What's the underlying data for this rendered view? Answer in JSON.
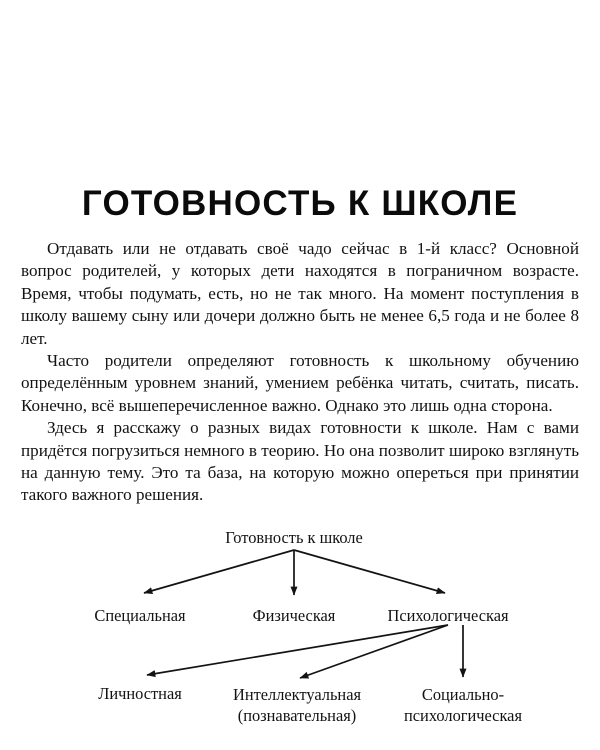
{
  "page": {
    "title": "ГОТОВНОСТЬ К ШКОЛЕ",
    "language": "ru",
    "ink_color": "#131313",
    "background_color": "#ffffff"
  },
  "body": {
    "paragraphs": [
      "Отдавать или не отдавать своё чадо сейчас в 1-й класс? Основной вопрос родителей, у которых дети находятся в пограничном возрасте. Время, чтобы подумать, есть, но не так много. На момент поступления в школу вашему сыну или дочери должно быть не менее 6,5 года и не более 8 лет.",
      "Часто родители определяют готовность к школьному обучению определённым уровнем знаний, умением ребёнка читать, считать, писать. Конечно, всё вышеперечисленное важно. Однако это лишь одна сторона.",
      "Здесь я расскажу о разных видах готовности к школе. Нам с вами придётся погрузиться немного в теорию. Но она позволит широко взглянуть на данную тему. Это та база, на которую можно опереться при принятии такого важного решения."
    ]
  },
  "diagram": {
    "type": "tree",
    "root": "Готовность к школе",
    "level2": [
      "Специальная",
      "Физическая",
      "Психологическая"
    ],
    "level3": [
      "Личностная",
      "Интеллектуальная",
      "(познавательная)",
      "Социально-",
      "психологическая"
    ],
    "nodes": {
      "root": "Готовность к школе",
      "special": "Специальная",
      "physical": "Физическая",
      "psychological": "Психологическая",
      "personal": "Личностная",
      "intellectual_line1": "Интеллектуальная",
      "intellectual_line2": "(познавательная)",
      "social_line1": "Социально-",
      "social_line2": "психологическая"
    },
    "edges": [
      {
        "from": "Готовность к школе",
        "to": "Специальная"
      },
      {
        "from": "Готовность к школе",
        "to": "Физическая"
      },
      {
        "from": "Готовность к школе",
        "to": "Психологическая"
      },
      {
        "from": "Психологическая",
        "to": "Личностная"
      },
      {
        "from": "Психологическая",
        "to": "Интеллектуальная (познавательная)"
      },
      {
        "from": "Психологическая",
        "to": "Социально-психологическая"
      }
    ],
    "line_color": "#131313"
  }
}
